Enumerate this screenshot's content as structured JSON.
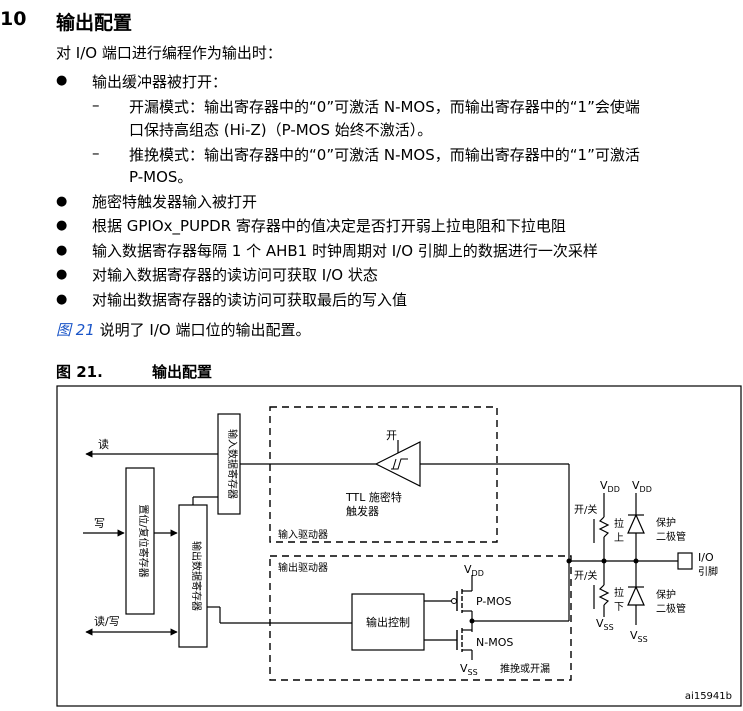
{
  "section": {
    "number": "10",
    "title": "输出配置"
  },
  "intro": "对 I/O 端口进行编程作为输出时：",
  "bullets": {
    "b1": "输出缓冲器被打开：",
    "s1_line1": "开漏模式：输出寄存器中的“0”可激活  N-MOS，而输出寄存器中的“1”会使端",
    "s1_line2": "口保持高组态 (Hi-Z)（P-MOS 始终不激活）。",
    "s2_line1": "推挽模式：输出寄存器中的“0”可激活  N-MOS，而输出寄存器中的“1”可激活",
    "s2_line2": "P-MOS。",
    "b2": "施密特触发器输入被打开",
    "b3": "根据 GPIOx_PUPDR 寄存器中的值决定是否打开弱上拉电阻和下拉电阻",
    "b4": "输入数据寄存器每隔 1 个 AHB1 时钟周期对 I/O 引脚上的数据进行一次采样",
    "b5": "对输入数据寄存器的读访问可获取 I/O 状态",
    "b6": "对输出数据寄存器的读访问可获取最后的写入值",
    "bullet_glyph": "●",
    "dash_glyph": "–"
  },
  "closing": {
    "link": "图 21",
    "rest": " 说明了 I/O 端口位的输出配置。"
  },
  "figure": {
    "label": "图 21.",
    "title": "输出配置",
    "read": "读",
    "write": "写",
    "read_write": "读/写",
    "bit_set_reset_reg": "置位/复位寄存器",
    "input_data_reg": "输入数据寄存器",
    "output_data_reg": "输出数据寄存器",
    "on": "开",
    "ttl_schmitt_1": "TTL 施密特",
    "ttl_schmitt_2": "触发器",
    "input_driver": "输入驱动器",
    "output_driver": "输出驱动器",
    "output_control": "输出控制",
    "vdd": "V",
    "vdd_sub": "DD",
    "vss": "V",
    "vss_sub": "SS",
    "pmos": "P-MOS",
    "nmos": "N-MOS",
    "push_pull_open_drain": "推挽或开漏",
    "on_off": "开/关",
    "pull_up": "拉\n上",
    "pull_up_1": "拉",
    "pull_up_2": "上",
    "pull_down_1": "拉",
    "pull_down_2": "下",
    "protect": "保护",
    "diode": "二极管",
    "io": "I/O",
    "pin": "引脚",
    "code": "ai15941b"
  }
}
